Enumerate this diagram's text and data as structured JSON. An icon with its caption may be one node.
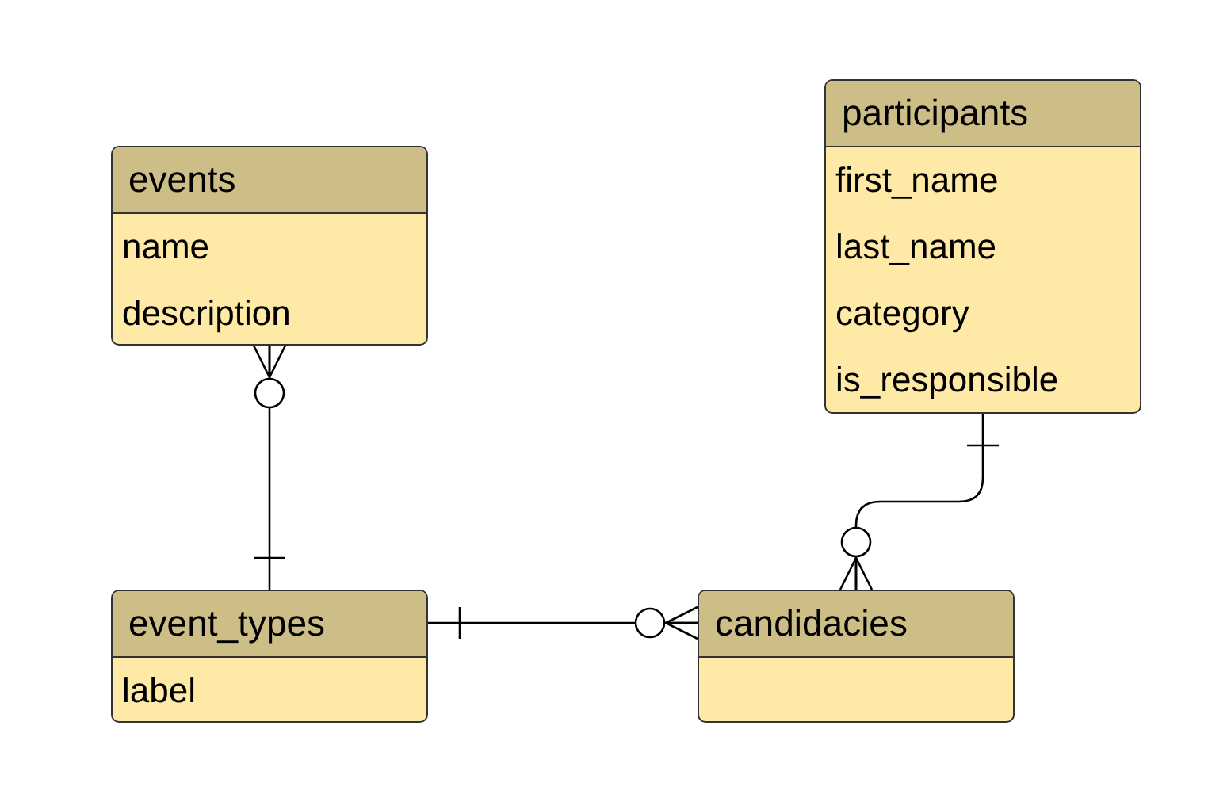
{
  "diagram": {
    "nodes": [
      {
        "text": [
          "events",
          "name",
          "description"
        ]
      },
      {
        "text": [
          "participants",
          "first_name",
          "last_name",
          "category",
          "is_responsible"
        ]
      },
      {
        "text": [
          "event_types",
          "label"
        ]
      },
      {
        "text": [
          "candidacies"
        ]
      }
    ],
    "edges": [
      {
        "from": 2,
        "to": 0,
        "arrow": "other"
      },
      {
        "from": 1,
        "to": 3,
        "arrow": "other"
      },
      {
        "from": 2,
        "to": 3,
        "arrow": "other"
      }
    ]
  }
}
